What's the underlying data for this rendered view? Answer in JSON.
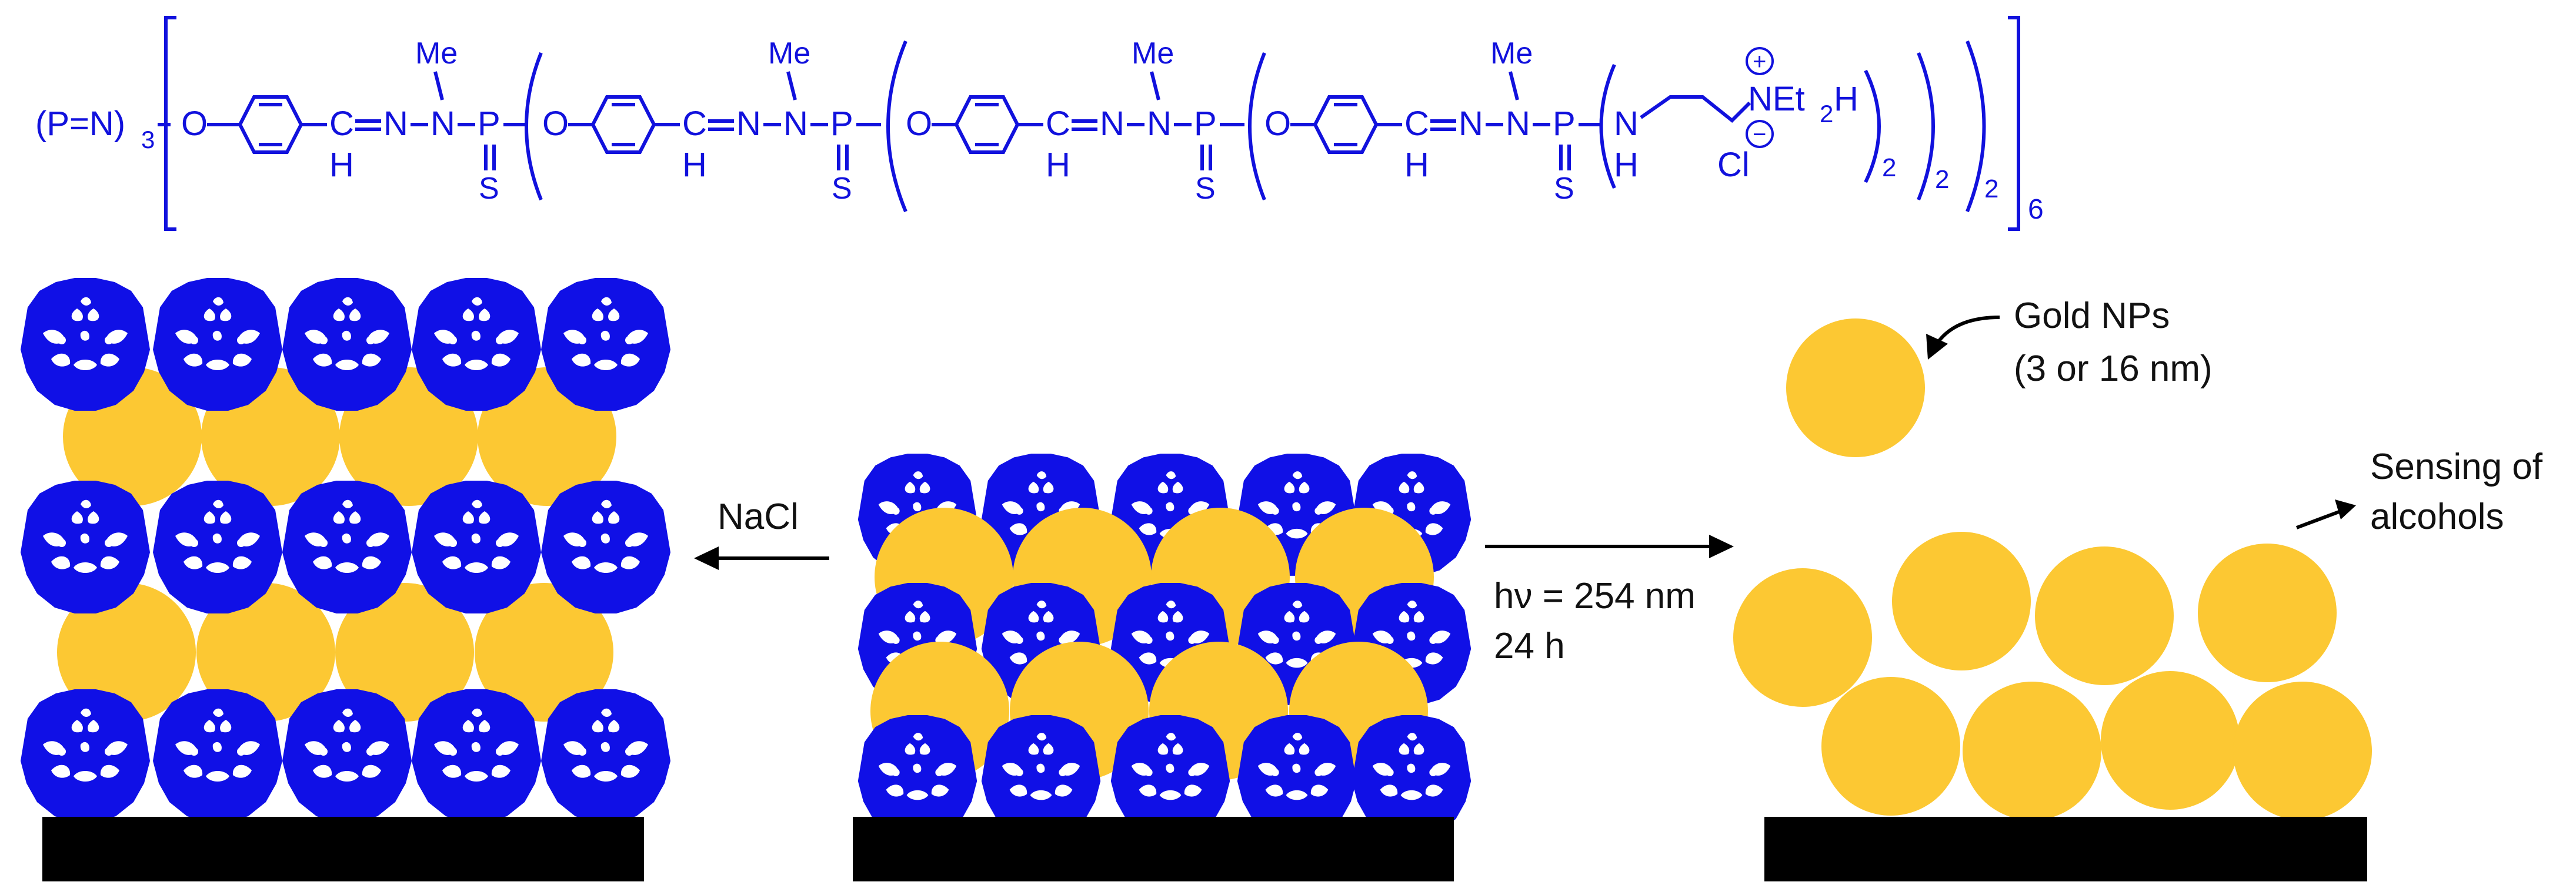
{
  "colors": {
    "dendrimer": "#1010e6",
    "gold": "#fcc833",
    "substrate": "#000000",
    "formula": "#1111dd",
    "text": "#111111"
  },
  "formula": {
    "core": "(P=N)",
    "core_sub": "3",
    "oxygen": "O",
    "carbon": "C",
    "nitrogen": "N",
    "hydrogen": "H",
    "methyl": "Me",
    "phosphorus": "P",
    "sulfur": "S",
    "amine_n": "N",
    "amine_h": "H",
    "ammonium_n": "NEt",
    "ammonium_sub": "2",
    "ammonium_h": "H",
    "chloride": "Cl",
    "plus": "+",
    "minus": "−",
    "paren_count_1": "2",
    "paren_count_2": "2",
    "paren_count_3": "2",
    "bracket_count": "6"
  },
  "labels": {
    "nacl": "NaCl",
    "irradiation_line1": "hν = 254 nm",
    "irradiation_line2": "24 h",
    "gold_np_line1": "Gold NPs",
    "gold_np_line2": "(3 or 16 nm)",
    "sensing_line1": "Sensing of",
    "sensing_line2": "alcohols"
  }
}
